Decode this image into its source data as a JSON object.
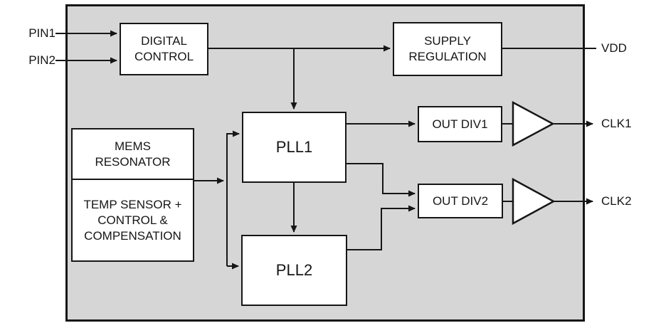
{
  "colors": {
    "chip_fill": "#d6d6d6",
    "block_fill": "#ffffff",
    "line": "#161616",
    "background": "#ffffff"
  },
  "blocks": {
    "digital_control": "DIGITAL\nCONTROL",
    "supply_regulation": "SUPPLY\nREGULATION",
    "mems_resonator": "MEMS\nRESONATOR",
    "temp_sensor": "TEMP SENSOR +\nCONTROL &\nCOMPENSATION",
    "pll1": "PLL1",
    "pll2": "PLL2",
    "out_div1": "OUT DIV1",
    "out_div2": "OUT DIV2"
  },
  "pins": {
    "pin1": "PIN1",
    "pin2": "PIN2",
    "vdd": "VDD",
    "clk1": "CLK1",
    "clk2": "CLK2"
  }
}
